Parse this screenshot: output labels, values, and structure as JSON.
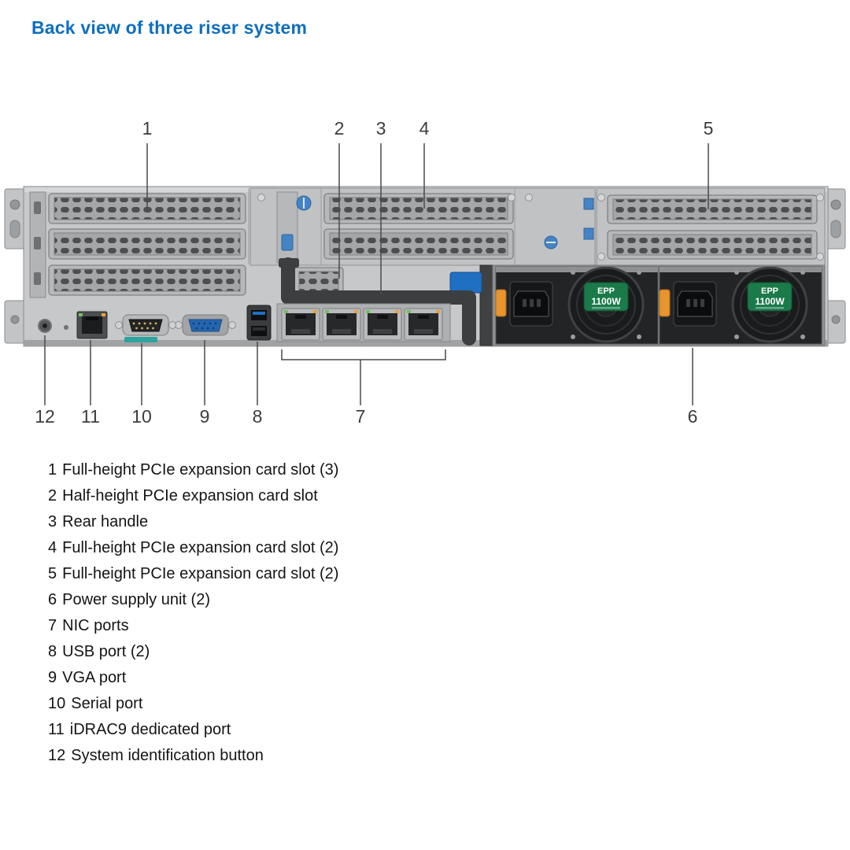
{
  "title": "Back view of three riser system",
  "figure": {
    "callouts_top": [
      "1",
      "2",
      "3",
      "4",
      "5"
    ],
    "callouts_bottom": [
      "12",
      "11",
      "10",
      "9",
      "8",
      "7",
      "6"
    ],
    "psu_badge": {
      "brand": "EPP",
      "wattage": "1100W"
    }
  },
  "legend": {
    "items": [
      {
        "n": "1",
        "label": "Full-height PCIe expansion card slot (3)"
      },
      {
        "n": "2",
        "label": "Half-height PCIe expansion card slot"
      },
      {
        "n": "3",
        "label": "Rear handle"
      },
      {
        "n": "4",
        "label": "Full-height PCIe expansion card slot (2)"
      },
      {
        "n": "5",
        "label": "Full-height PCIe expansion card slot (2)"
      },
      {
        "n": "6",
        "label": "Power supply unit (2)"
      },
      {
        "n": "7",
        "label": "NIC ports"
      },
      {
        "n": "8",
        "label": "USB port (2)"
      },
      {
        "n": "9",
        "label": "VGA port"
      },
      {
        "n": "10",
        "label": "Serial port"
      },
      {
        "n": "11",
        "label": "iDRAC9 dedicated port"
      },
      {
        "n": "12",
        "label": "System identification button"
      }
    ]
  },
  "colors": {
    "accent": "#0e6fbe",
    "psu_green": "#1b7a4a"
  }
}
